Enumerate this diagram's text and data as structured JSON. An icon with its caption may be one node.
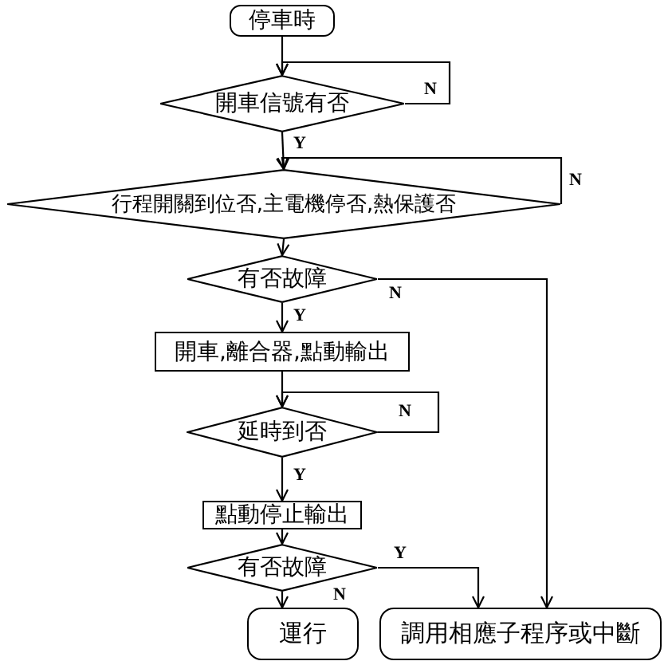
{
  "diagram": {
    "nodes": [
      {
        "text": [
          "停車時"
        ]
      },
      {
        "text": [
          "開車信號有否"
        ]
      },
      {
        "text": [
          "行程開關到位否,主電機停否,熱保護否"
        ]
      },
      {
        "text": [
          "有否故障"
        ]
      },
      {
        "text": [
          "開車,離合器,點動輸出"
        ]
      },
      {
        "text": [
          "延時到否"
        ]
      },
      {
        "text": [
          "點動停止輸出"
        ]
      },
      {
        "text": [
          "有否故障"
        ]
      },
      {
        "text": [
          "運行"
        ]
      },
      {
        "text": [
          "調用相應子程序或中斷"
        ]
      }
    ],
    "edges": [
      {
        "from": 0,
        "to": 1,
        "arrow": "to"
      },
      {
        "from": 1,
        "to": 1,
        "arrow": "to",
        "label": "N"
      },
      {
        "from": 1,
        "to": 2,
        "arrow": "to",
        "label": "Y"
      },
      {
        "from": 2,
        "to": 2,
        "arrow": "to",
        "label": "N"
      },
      {
        "from": 2,
        "to": 3,
        "arrow": "to"
      },
      {
        "from": 3,
        "to": 4,
        "arrow": "to",
        "label": "Y"
      },
      {
        "from": 3,
        "to": 9,
        "arrow": "to",
        "label": "N"
      },
      {
        "from": 4,
        "to": 5,
        "arrow": "to"
      },
      {
        "from": 5,
        "to": 5,
        "arrow": "to",
        "label": "N"
      },
      {
        "from": 5,
        "to": 6,
        "arrow": "to",
        "label": "Y"
      },
      {
        "from": 6,
        "to": 7,
        "arrow": "to"
      },
      {
        "from": 7,
        "to": 9,
        "arrow": "to",
        "label": "Y"
      },
      {
        "from": 7,
        "to": 8,
        "arrow": "to",
        "label": "N"
      }
    ]
  }
}
